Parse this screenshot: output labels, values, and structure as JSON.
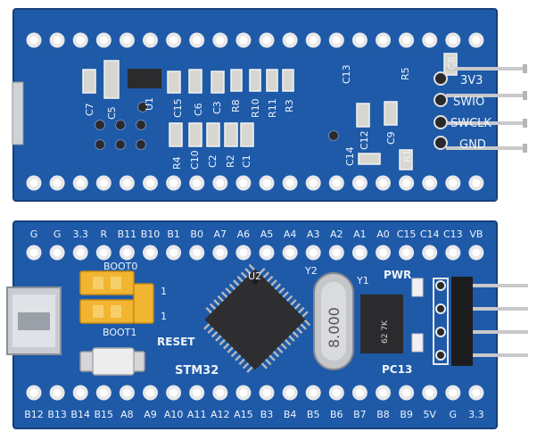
{
  "colors": {
    "pcb": "#1e5aa8",
    "pcb_dark": "#163f7a",
    "pad": "#e8e8ea",
    "hole": "#ffffff",
    "chip": "#2e2e30",
    "header_pin": "#c9c9cb",
    "jumper": "#f2b531"
  },
  "back_board": {
    "pin_labels_right": [
      "3V3",
      "SWIO",
      "SWCLK",
      "GND"
    ],
    "component_labels": {
      "c7": "C7",
      "c5": "C5",
      "u1": "U1",
      "c15": "C15",
      "c6": "C6",
      "c3": "C3",
      "c10": "C10",
      "r8": "R8",
      "r10": "R10",
      "r11": "R11",
      "r3": "R3",
      "r4": "R4",
      "c2": "C2",
      "r2": "R2",
      "c1": "C1",
      "c13": "C13",
      "r5": "R5",
      "c8": "C8",
      "c9": "C9",
      "c12": "C12",
      "c14": "C14",
      "r1": "R1"
    }
  },
  "front_board": {
    "top_row_labels": [
      "G",
      "G",
      "3.3",
      "R",
      "B11",
      "B10",
      "B1",
      "B0",
      "A7",
      "A6",
      "A5",
      "A4",
      "A3",
      "A2",
      "A1",
      "A0",
      "C15",
      "C14",
      "C13",
      "VB"
    ],
    "bottom_row_labels": [
      "B12",
      "B13",
      "B14",
      "B15",
      "A8",
      "A9",
      "A10",
      "A11",
      "A12",
      "A15",
      "B3",
      "B4",
      "B5",
      "B6",
      "B7",
      "B8",
      "B9",
      "5V",
      "G",
      "3.3"
    ],
    "boot0": "BOOT0",
    "boot1": "BOOT1",
    "jumper_mark": "1",
    "reset": "RESET",
    "mcu_model": "STM32",
    "u2": "U2",
    "y2": "Y2",
    "y1": "Y1",
    "crystal": "8.000",
    "pwr": "PWR",
    "pc13": "PC13",
    "regulator": "62 7K"
  }
}
